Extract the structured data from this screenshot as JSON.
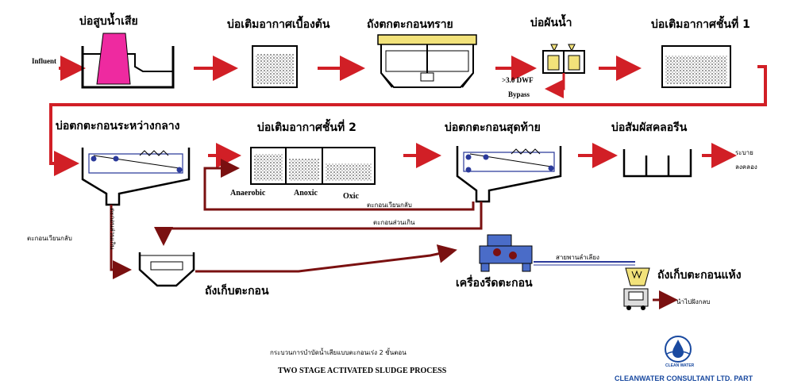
{
  "colors": {
    "flow_arrow": "#d11f26",
    "sludge_line": "#7a1010",
    "tank_stroke": "#000000",
    "tank_fill": "#ffffff",
    "media_fill": "#9a9a9a",
    "pump_pink": "#ee2aa0",
    "clarifier_accent": "#2b3a9a",
    "press_blue": "#4a6cc8",
    "hopper_yellow": "#f2e27a",
    "logo_blue": "#1a4aa0"
  },
  "labels": {
    "pump_pit": "บ่อสูบน้ำเสีย",
    "pre_aeration": "บ่อเติมอากาศเบื้องต้น",
    "grit_chamber": "ถังตกตะกอนทราย",
    "flow_splitter": "บ่อผันน้ำ",
    "aeration_1": "บ่อเติมอากาศชั้นที่ 1",
    "intermediate_clarifier": "บ่อตกตะกอนระหว่างกลาง",
    "aeration_2": "บ่อเติมอากาศชั้นที่ 2",
    "final_clarifier": "บ่อตกตะกอนสุดท้าย",
    "chlorine_contact": "บ่อสัมผัสคลอรีน",
    "discharge_line1": "ระบาย",
    "discharge_line2": "ลงคลอง",
    "influent": "Influent",
    "dwf": ">3.0 DWF",
    "bypass": "Bypass",
    "anaerobic": "Anaerobic",
    "anoxic": "Anoxic",
    "oxic": "Oxic",
    "return_sludge_main": "ตะกอนเวียนกลับ",
    "excess_sludge": "ตะกอนส่วนเกิน",
    "return_sludge_left": "ตะกอนเวียนกลับ",
    "vertical_label": "ตะกอนส่วนเกิน",
    "sludge_tank": "ถังเก็บตะกอน",
    "filter_press": "เครื่องรีดตะกอน",
    "conveyor": "สายพานลำเลียง",
    "dry_sludge_tank": "ถังเก็บตะกอนแห้ง",
    "landfill": "นำไปฝังกลบ",
    "title_thai": "กระบวนการบำบัดน้ำเสียแบบตะกอนเร่ง 2 ขั้นตอน",
    "title_en": "TWO STAGE ACTIVATED SLUDGE PROCESS",
    "logo_text": "CLEAN WATER",
    "company": "CLEANWATER CONSULTANT LTD. PART"
  },
  "icons": {
    "pump": "pump-icon",
    "valve": "valve-icon",
    "filter_press": "filter-press-icon",
    "truck": "truck-icon",
    "logo": "water-drop-logo-icon"
  }
}
